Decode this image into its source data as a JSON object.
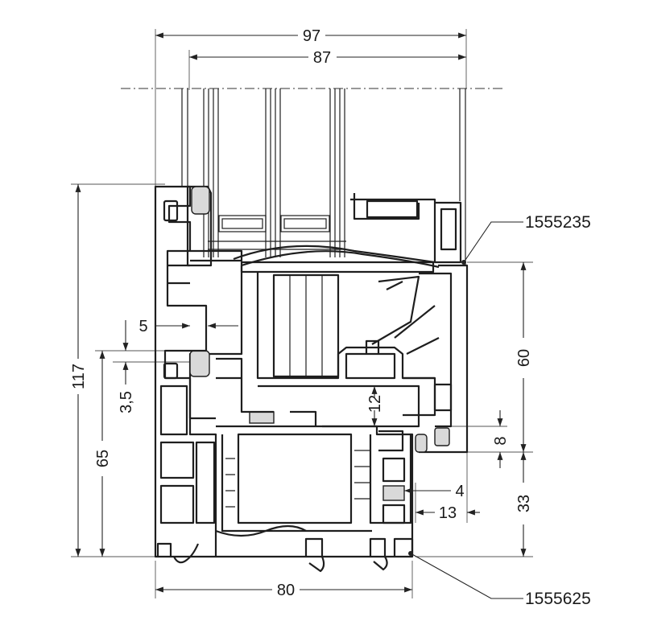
{
  "dimensions": {
    "d97": "97",
    "d87": "87",
    "d117": "117",
    "d65": "65",
    "d5": "5",
    "d3_5": "3,5",
    "d12": "12",
    "d60": "60",
    "d8": "8",
    "d4": "4",
    "d13": "13",
    "d33": "33",
    "d80": "80"
  },
  "part_numbers": {
    "sash": "1555235",
    "frame": "1555625"
  }
}
